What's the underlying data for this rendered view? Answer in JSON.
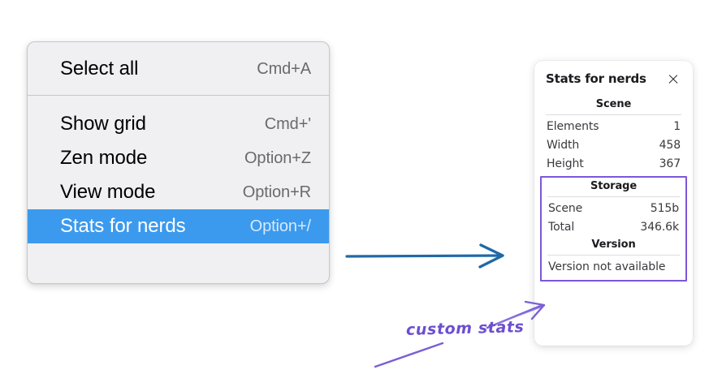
{
  "menu": {
    "groups": [
      {
        "name": "group-1",
        "items": [
          {
            "label": "Select all",
            "shortcut": "Cmd+A",
            "selected": false
          }
        ]
      },
      {
        "name": "group-2",
        "items": [
          {
            "label": "Show grid",
            "shortcut": "Cmd+'",
            "selected": false
          },
          {
            "label": "Zen mode",
            "shortcut": "Option+Z",
            "selected": false
          },
          {
            "label": "View mode",
            "shortcut": "Option+R",
            "selected": false
          },
          {
            "label": "Stats for nerds",
            "shortcut": "Option+/",
            "selected": true
          }
        ]
      }
    ],
    "highlight_color": "#3b9aee",
    "background_color": "#f0f0f2"
  },
  "stats_panel": {
    "title": "Stats for nerds",
    "close_icon": "close-icon",
    "sections": [
      {
        "heading": "Scene",
        "rows": [
          {
            "key": "Elements",
            "value": "1"
          },
          {
            "key": "Width",
            "value": "458"
          },
          {
            "key": "Height",
            "value": "367"
          }
        ]
      },
      {
        "heading": "Storage",
        "rows": [
          {
            "key": "Scene",
            "value": "515b"
          },
          {
            "key": "Total",
            "value": "346.6k"
          }
        ]
      },
      {
        "heading": "Version",
        "plain_rows": [
          "Version not available"
        ]
      }
    ],
    "highlight_border_color": "#7b57d8"
  },
  "annotations": {
    "label": "custom stats",
    "label_color": "#6b4fd0",
    "flow_arrow_color": "#1f69a8",
    "pointer_arrow_color": "#7b5fd6"
  }
}
